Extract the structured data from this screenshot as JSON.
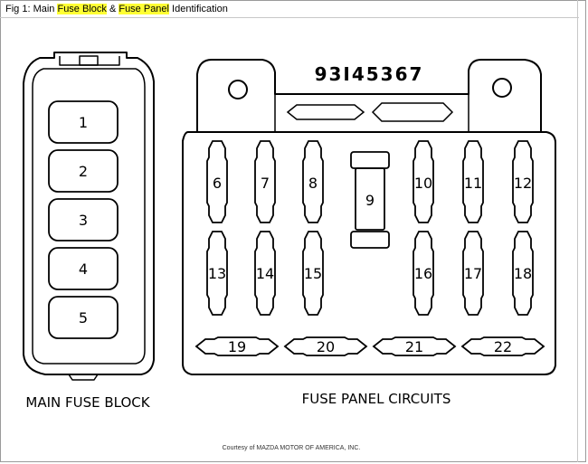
{
  "figure": {
    "title_prefix": "Fig 1: Main ",
    "title_hl1": "Fuse Block",
    "title_mid": " & ",
    "title_hl2": "Fuse Panel",
    "title_suffix": " Identification",
    "highlight_color": "#ffff33"
  },
  "main_block": {
    "label": "MAIN FUSE BLOCK",
    "fuses": [
      "1",
      "2",
      "3",
      "4",
      "5"
    ]
  },
  "panel": {
    "part_number": "93I45367",
    "label": "FUSE PANEL CIRCUITS",
    "fuses_row1": [
      "6",
      "7",
      "8",
      "10",
      "11",
      "12"
    ],
    "center_fuse": "9",
    "fuses_row2": [
      "13",
      "14",
      "15",
      "16",
      "17",
      "18"
    ],
    "fuses_bottom": [
      "19",
      "20",
      "21",
      "22"
    ]
  },
  "credit": "Courtesy of MAZDA MOTOR OF AMERICA, INC."
}
